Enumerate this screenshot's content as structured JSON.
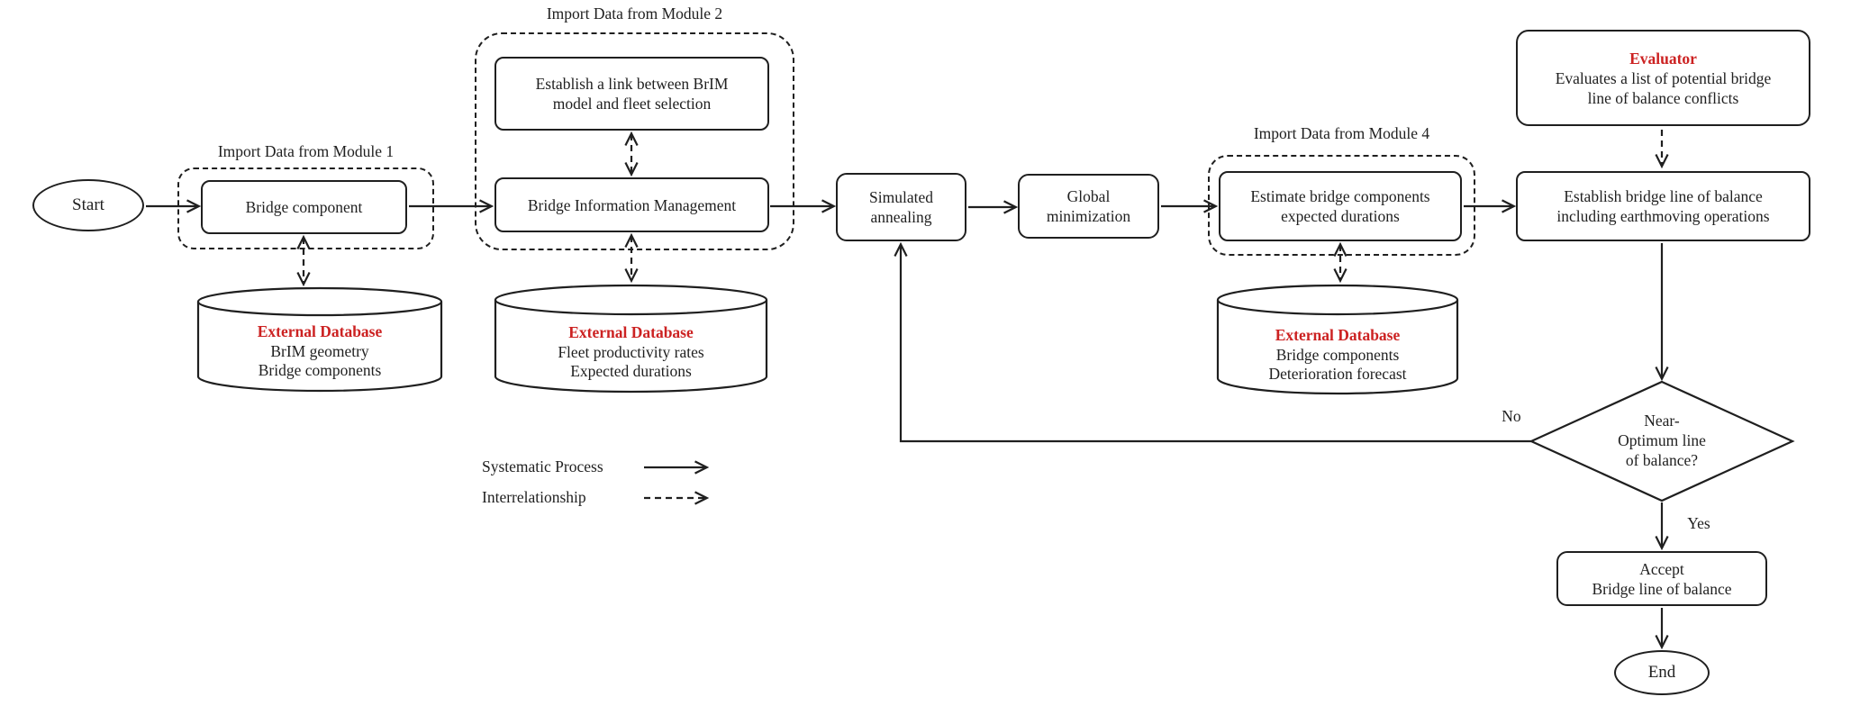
{
  "nodes": {
    "start": {
      "label": "Start"
    },
    "module1": {
      "label": "Import Data from Module 1"
    },
    "bridge_component": {
      "label": "Bridge component"
    },
    "db1": {
      "title": "External Database",
      "line1": "BrIM geometry",
      "line2": "Bridge components"
    },
    "module2": {
      "label": "Import Data from Module 2"
    },
    "establish_link": {
      "line1": "Establish a link between BrIM",
      "line2": "model and fleet selection"
    },
    "bim": {
      "label": "Bridge Information Management"
    },
    "db2": {
      "title": "External Database",
      "line1": "Fleet productivity rates",
      "line2": "Expected durations"
    },
    "simulated_annealing": {
      "line1": "Simulated",
      "line2": "annealing"
    },
    "global_minimization": {
      "line1": "Global",
      "line2": "minimization"
    },
    "module4": {
      "label": "Import Data from Module 4"
    },
    "estimate": {
      "line1": "Estimate bridge components",
      "line2": "expected durations"
    },
    "db3": {
      "title": "External Database",
      "line1": "Bridge components",
      "line2": "Deterioration forecast"
    },
    "evaluator": {
      "title": "Evaluator",
      "line1": "Evaluates a list of potential bridge",
      "line2": "line of balance conflicts"
    },
    "establish_lob": {
      "line1": "Establish bridge line of balance",
      "line2": "including earthmoving operations"
    },
    "decision": {
      "line1": "Near-",
      "line2": "Optimum line",
      "line3": "of balance?"
    },
    "accept": {
      "line1": "Accept",
      "line2": "Bridge line of balance"
    },
    "end": {
      "label": "End"
    }
  },
  "edge_labels": {
    "no": "No",
    "yes": "Yes"
  },
  "legend": {
    "solid": "Systematic Process",
    "dashed": "Interrelationship"
  },
  "colors": {
    "accent_red": "#cc2222",
    "line": "#1f1f1f"
  }
}
